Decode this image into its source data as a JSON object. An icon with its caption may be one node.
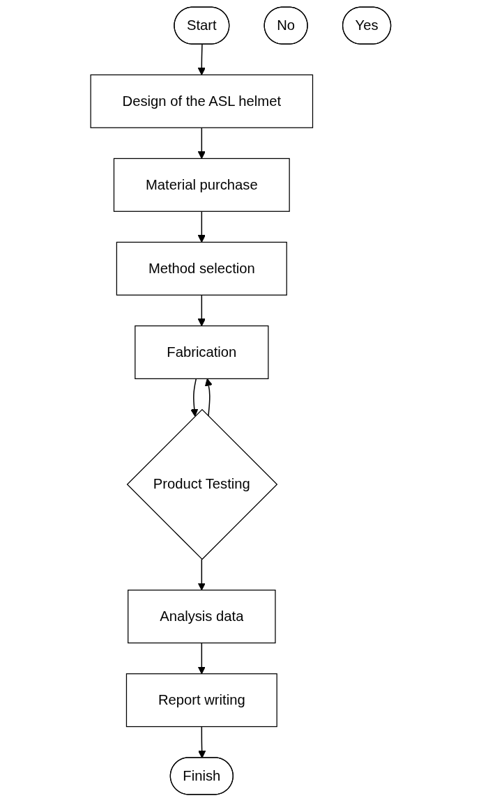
{
  "diagram": {
    "nodes": [
      {
        "text": [
          "Start"
        ]
      },
      {
        "text": [
          "Design of the ASL helmet"
        ]
      },
      {
        "text": [
          "Material purchase"
        ]
      },
      {
        "text": [
          "Method selection"
        ]
      },
      {
        "text": [
          "Fabrication"
        ]
      },
      {
        "text": [
          "No"
        ]
      },
      {
        "text": [
          "Yes"
        ]
      },
      {
        "text": [
          "Product Testing"
        ]
      },
      {
        "text": [
          "Analysis data"
        ]
      },
      {
        "text": [
          "Report writing"
        ]
      },
      {
        "text": [
          "Finish"
        ]
      }
    ],
    "edges": [
      {
        "from": 0,
        "to": 1,
        "arrow": "to"
      },
      {
        "from": 1,
        "to": 2,
        "arrow": "to"
      },
      {
        "from": 2,
        "to": 3,
        "arrow": "to"
      },
      {
        "from": 3,
        "to": 4,
        "arrow": "to"
      },
      {
        "from": 4,
        "to": 7,
        "arrow": "to"
      },
      {
        "from": 7,
        "to": 4,
        "arrow": "to"
      },
      {
        "from": 7,
        "to": 8,
        "arrow": "to"
      },
      {
        "from": 8,
        "to": 9,
        "arrow": "to"
      },
      {
        "from": 9,
        "to": 10,
        "arrow": "to"
      }
    ]
  }
}
